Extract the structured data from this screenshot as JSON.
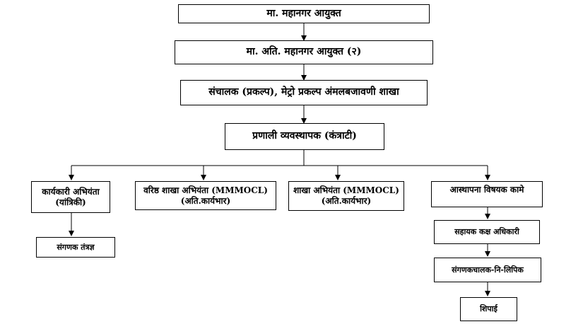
{
  "nodes": {
    "commissioner": "मा. महानगर आयुक्त",
    "addl_commissioner": "मा. अति. महानगर आयुक्त (२)",
    "director": "संचालक (प्रकल्प), मेट्रो प्रकल्प अंमलबजावणी शाखा",
    "system_manager": "प्रणाली व्यवस्थापक (कंत्राटी)",
    "exec_engineer_line1": "कार्यकारी अभियंता",
    "exec_engineer_line2": "(यांत्रिकी)",
    "computer_technician": "संगणक तंत्रज्ञ",
    "senior_branch_engineer_line1": "वरिष्ठ शाखा अभियंता (MMMOCL)",
    "senior_branch_engineer_line2": "(अति.कार्यभार)",
    "branch_engineer_line1": "शाखा अभियंता (MMMOCL)",
    "branch_engineer_line2": "(अति.कार्यभार)",
    "establishment_work": "आस्थापना विषयक कामे",
    "asst_desk_officer": "सहायक कक्ष अधिकारी",
    "computer_operator_clerk": "संगणकचालक-नि-लिपिक",
    "peon": "शिपाई"
  }
}
